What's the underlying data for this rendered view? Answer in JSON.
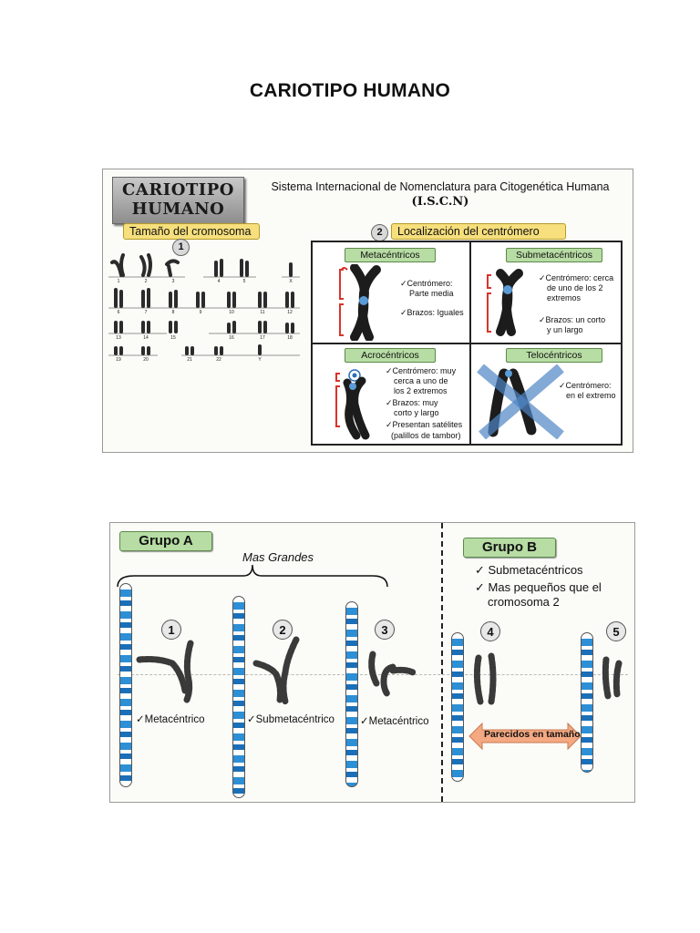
{
  "page": {
    "title": "CARIOTIPO HUMANO"
  },
  "figure1": {
    "logo_line1": "CARIOTIPO",
    "logo_line2": "HUMANO",
    "system_title": "Sistema Internacional de Nomenclatura para Citogenética Humana",
    "system_abbrev": "(I.S.C.N)",
    "section1_num": "1",
    "section1_label": "Tamaño del cromosoma",
    "section2_num": "2",
    "section2_label": "Localización del centrómero",
    "karyotype_numbers": [
      "1",
      "2",
      "3",
      "4",
      "5",
      "X",
      "6",
      "7",
      "8",
      "9",
      "10",
      "11",
      "12",
      "13",
      "14",
      "15",
      "16",
      "17",
      "18",
      "19",
      "20",
      "21",
      "22",
      "Y"
    ],
    "types": [
      {
        "name": "Metacéntricos",
        "notes": [
          "✓Centrómero:",
          "Parte media",
          "✓Brazos: Iguales"
        ]
      },
      {
        "name": "Submetacéntricos",
        "notes": [
          "✓Centrómero: cerca",
          "de uno de los 2",
          "extremos",
          "✓Brazos: un corto",
          "y un largo"
        ]
      },
      {
        "name": "Acrocéntricos",
        "notes": [
          "✓Centrómero: muy",
          "cerca a uno de",
          "los 2 extremos",
          "✓Brazos: muy",
          "corto y largo",
          "✓Presentan satélites",
          "(palillos de tambor)"
        ]
      },
      {
        "name": "Telocéntricos",
        "notes": [
          "✓Centrómero:",
          "en el extremo"
        ]
      }
    ]
  },
  "figure2": {
    "groupA": {
      "label": "Grupo A",
      "subtitle": "Mas Grandes",
      "chromosomes": [
        {
          "num": "1",
          "type": "✓Metacéntrico"
        },
        {
          "num": "2",
          "type": "✓Submetacéntrico"
        },
        {
          "num": "3",
          "type": "✓Metacéntrico"
        }
      ]
    },
    "groupB": {
      "label": "Grupo B",
      "bullets": [
        "✓ Submetacéntricos",
        "✓ Mas pequeños que el",
        "cromosoma 2"
      ],
      "chromosomes": [
        {
          "num": "4"
        },
        {
          "num": "5"
        }
      ],
      "arrow_label": "Parecidos en tamaño"
    }
  },
  "colors": {
    "ideogram_blue": "#2d8fd5",
    "tag_green": "#b7dca4",
    "label_yellow": "#f6df7c",
    "accent_red": "#d8342a",
    "telo_cross": "#4f86c6"
  }
}
